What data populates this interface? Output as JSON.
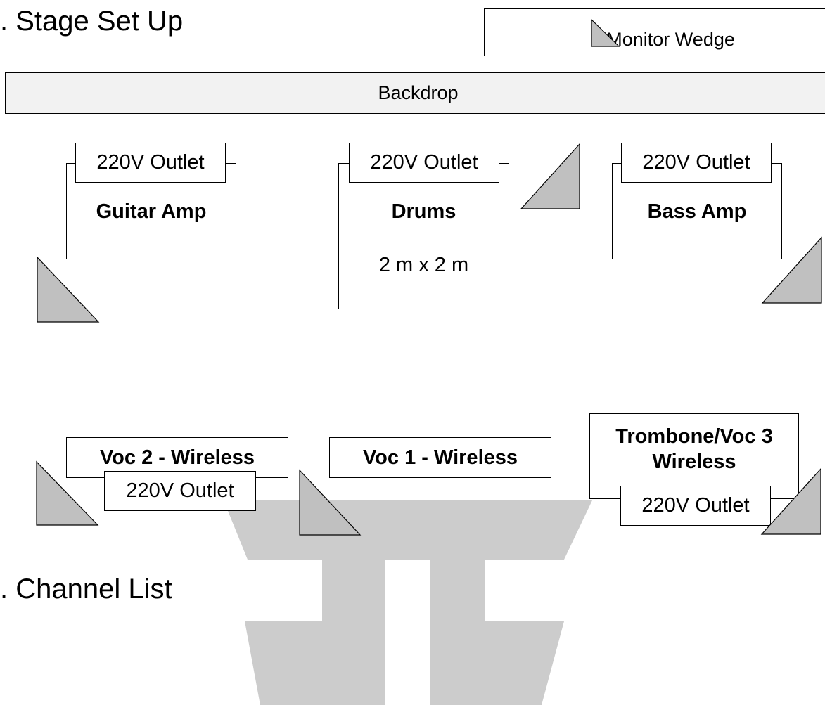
{
  "headings": {
    "stage_setup": ". Stage Set Up",
    "channel_list": ". Channel List"
  },
  "legend": {
    "text": "= Monitor Wedge",
    "symbol_icon": "monitor-wedge-triangle"
  },
  "backdrop": {
    "label": "Backdrop"
  },
  "outlet_label": "220V Outlet",
  "positions": {
    "guitar": {
      "name": "Guitar Amp",
      "outlet": "220V Outlet"
    },
    "drums": {
      "name": "Drums",
      "size": "2 m x 2 m",
      "outlet": "220V Outlet"
    },
    "bass": {
      "name": "Bass Amp",
      "outlet": "220V Outlet"
    },
    "voc2": {
      "name": "Voc 2 - Wireless",
      "outlet": "220V Outlet"
    },
    "voc1": {
      "name": "Voc 1 - Wireless"
    },
    "trombone": {
      "name_line1": "Trombone/Voc 3",
      "name_line2": "Wireless",
      "outlet": "220V Outlet"
    }
  },
  "colors": {
    "wedge_fill": "#c0c0c0",
    "watermark_fill": "#cccccc",
    "backdrop_fill": "#f2f2f2",
    "line": "#000000"
  },
  "icons": {
    "wedge": "monitor-wedge-triangle",
    "watermark": "logo-watermark"
  }
}
